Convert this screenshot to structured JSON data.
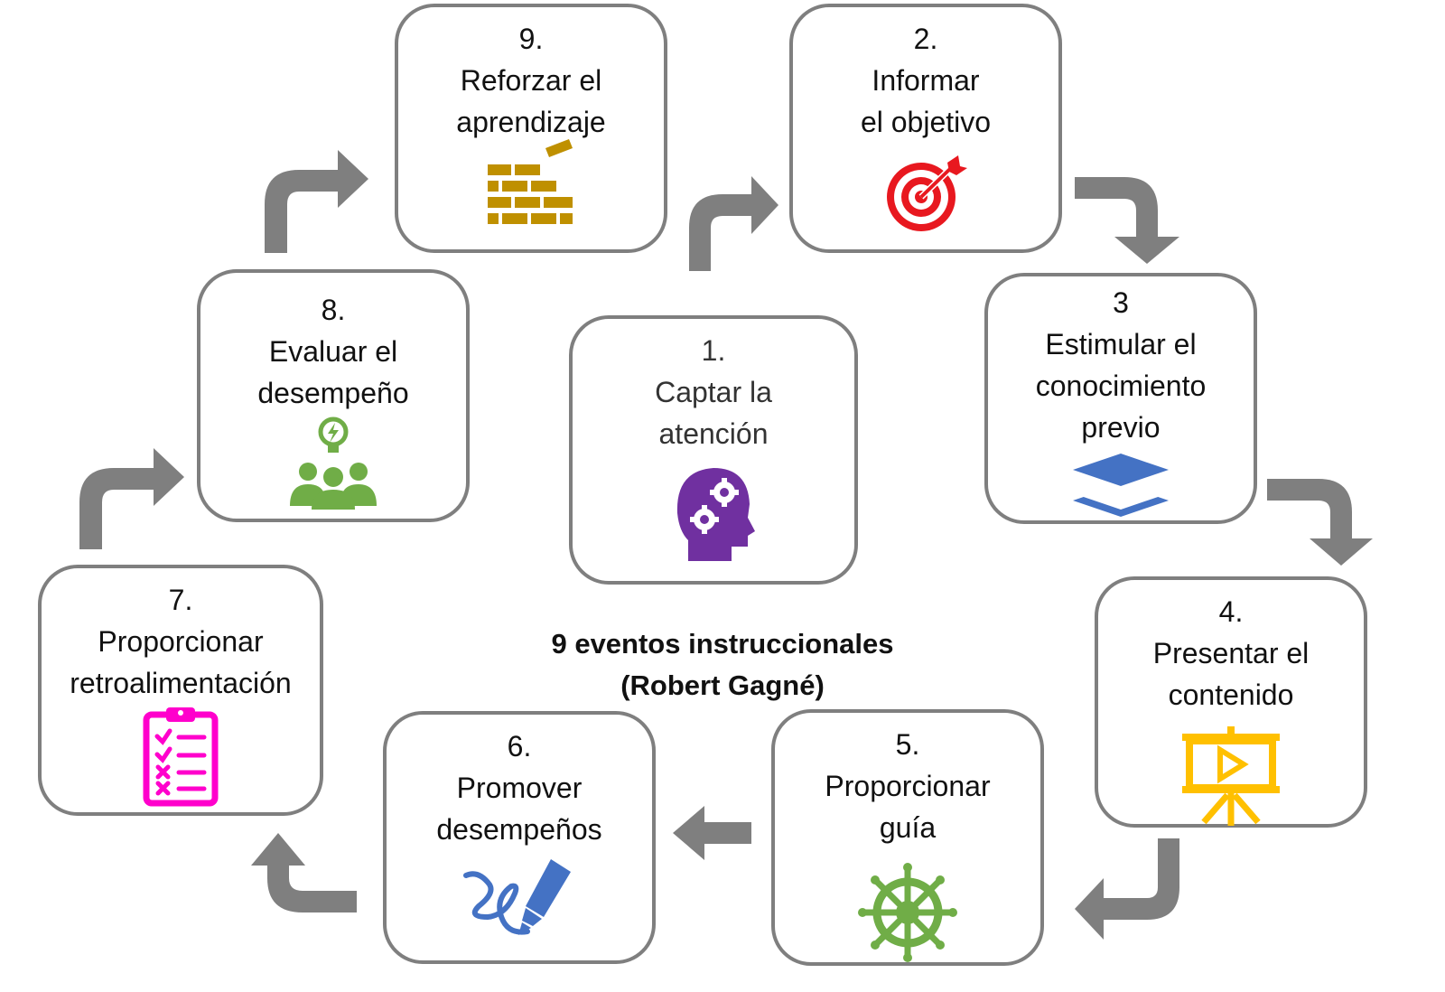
{
  "title": {
    "line1": "9 eventos instruccionales",
    "line2": "(Robert Gagné)"
  },
  "steps": [
    {
      "number": "1.",
      "line1": "Captar la",
      "line2": "atención",
      "icon": "head-gears-icon",
      "icon_color": "#7030a0"
    },
    {
      "number": "2.",
      "line1": "Informar",
      "line2": "el objetivo",
      "icon": "target-icon",
      "icon_color": "#e8181f"
    },
    {
      "number": "3",
      "line1": "Estimular el",
      "line2": "conocimiento",
      "line3": "previo",
      "icon": "layers-icon",
      "icon_color": "#4472c4"
    },
    {
      "number": "4.",
      "line1": "Presentar el",
      "line2": "contenido",
      "icon": "presentation-icon",
      "icon_color": "#ffc000"
    },
    {
      "number": "5.",
      "line1": "Proporcionar",
      "line2": "guía",
      "icon": "ship-wheel-icon",
      "icon_color": "#70ad47"
    },
    {
      "number": "6.",
      "line1": "Promover",
      "line2": "desempeños",
      "icon": "marker-icon",
      "icon_color": "#4472c4"
    },
    {
      "number": "7.",
      "line1": "Proporcionar",
      "line2": "retroalimentación",
      "icon": "clipboard-checklist-icon",
      "icon_color": "#ff00cc"
    },
    {
      "number": "8.",
      "line1": "Evaluar el",
      "line2": "desempeño",
      "icon": "team-idea-icon",
      "icon_color": "#70ad47"
    },
    {
      "number": "9.",
      "line1": "Reforzar el",
      "line2": "aprendizaje",
      "icon": "brick-wall-icon",
      "icon_color": "#bf9000"
    }
  ],
  "arrow_color": "#7f7f7f"
}
